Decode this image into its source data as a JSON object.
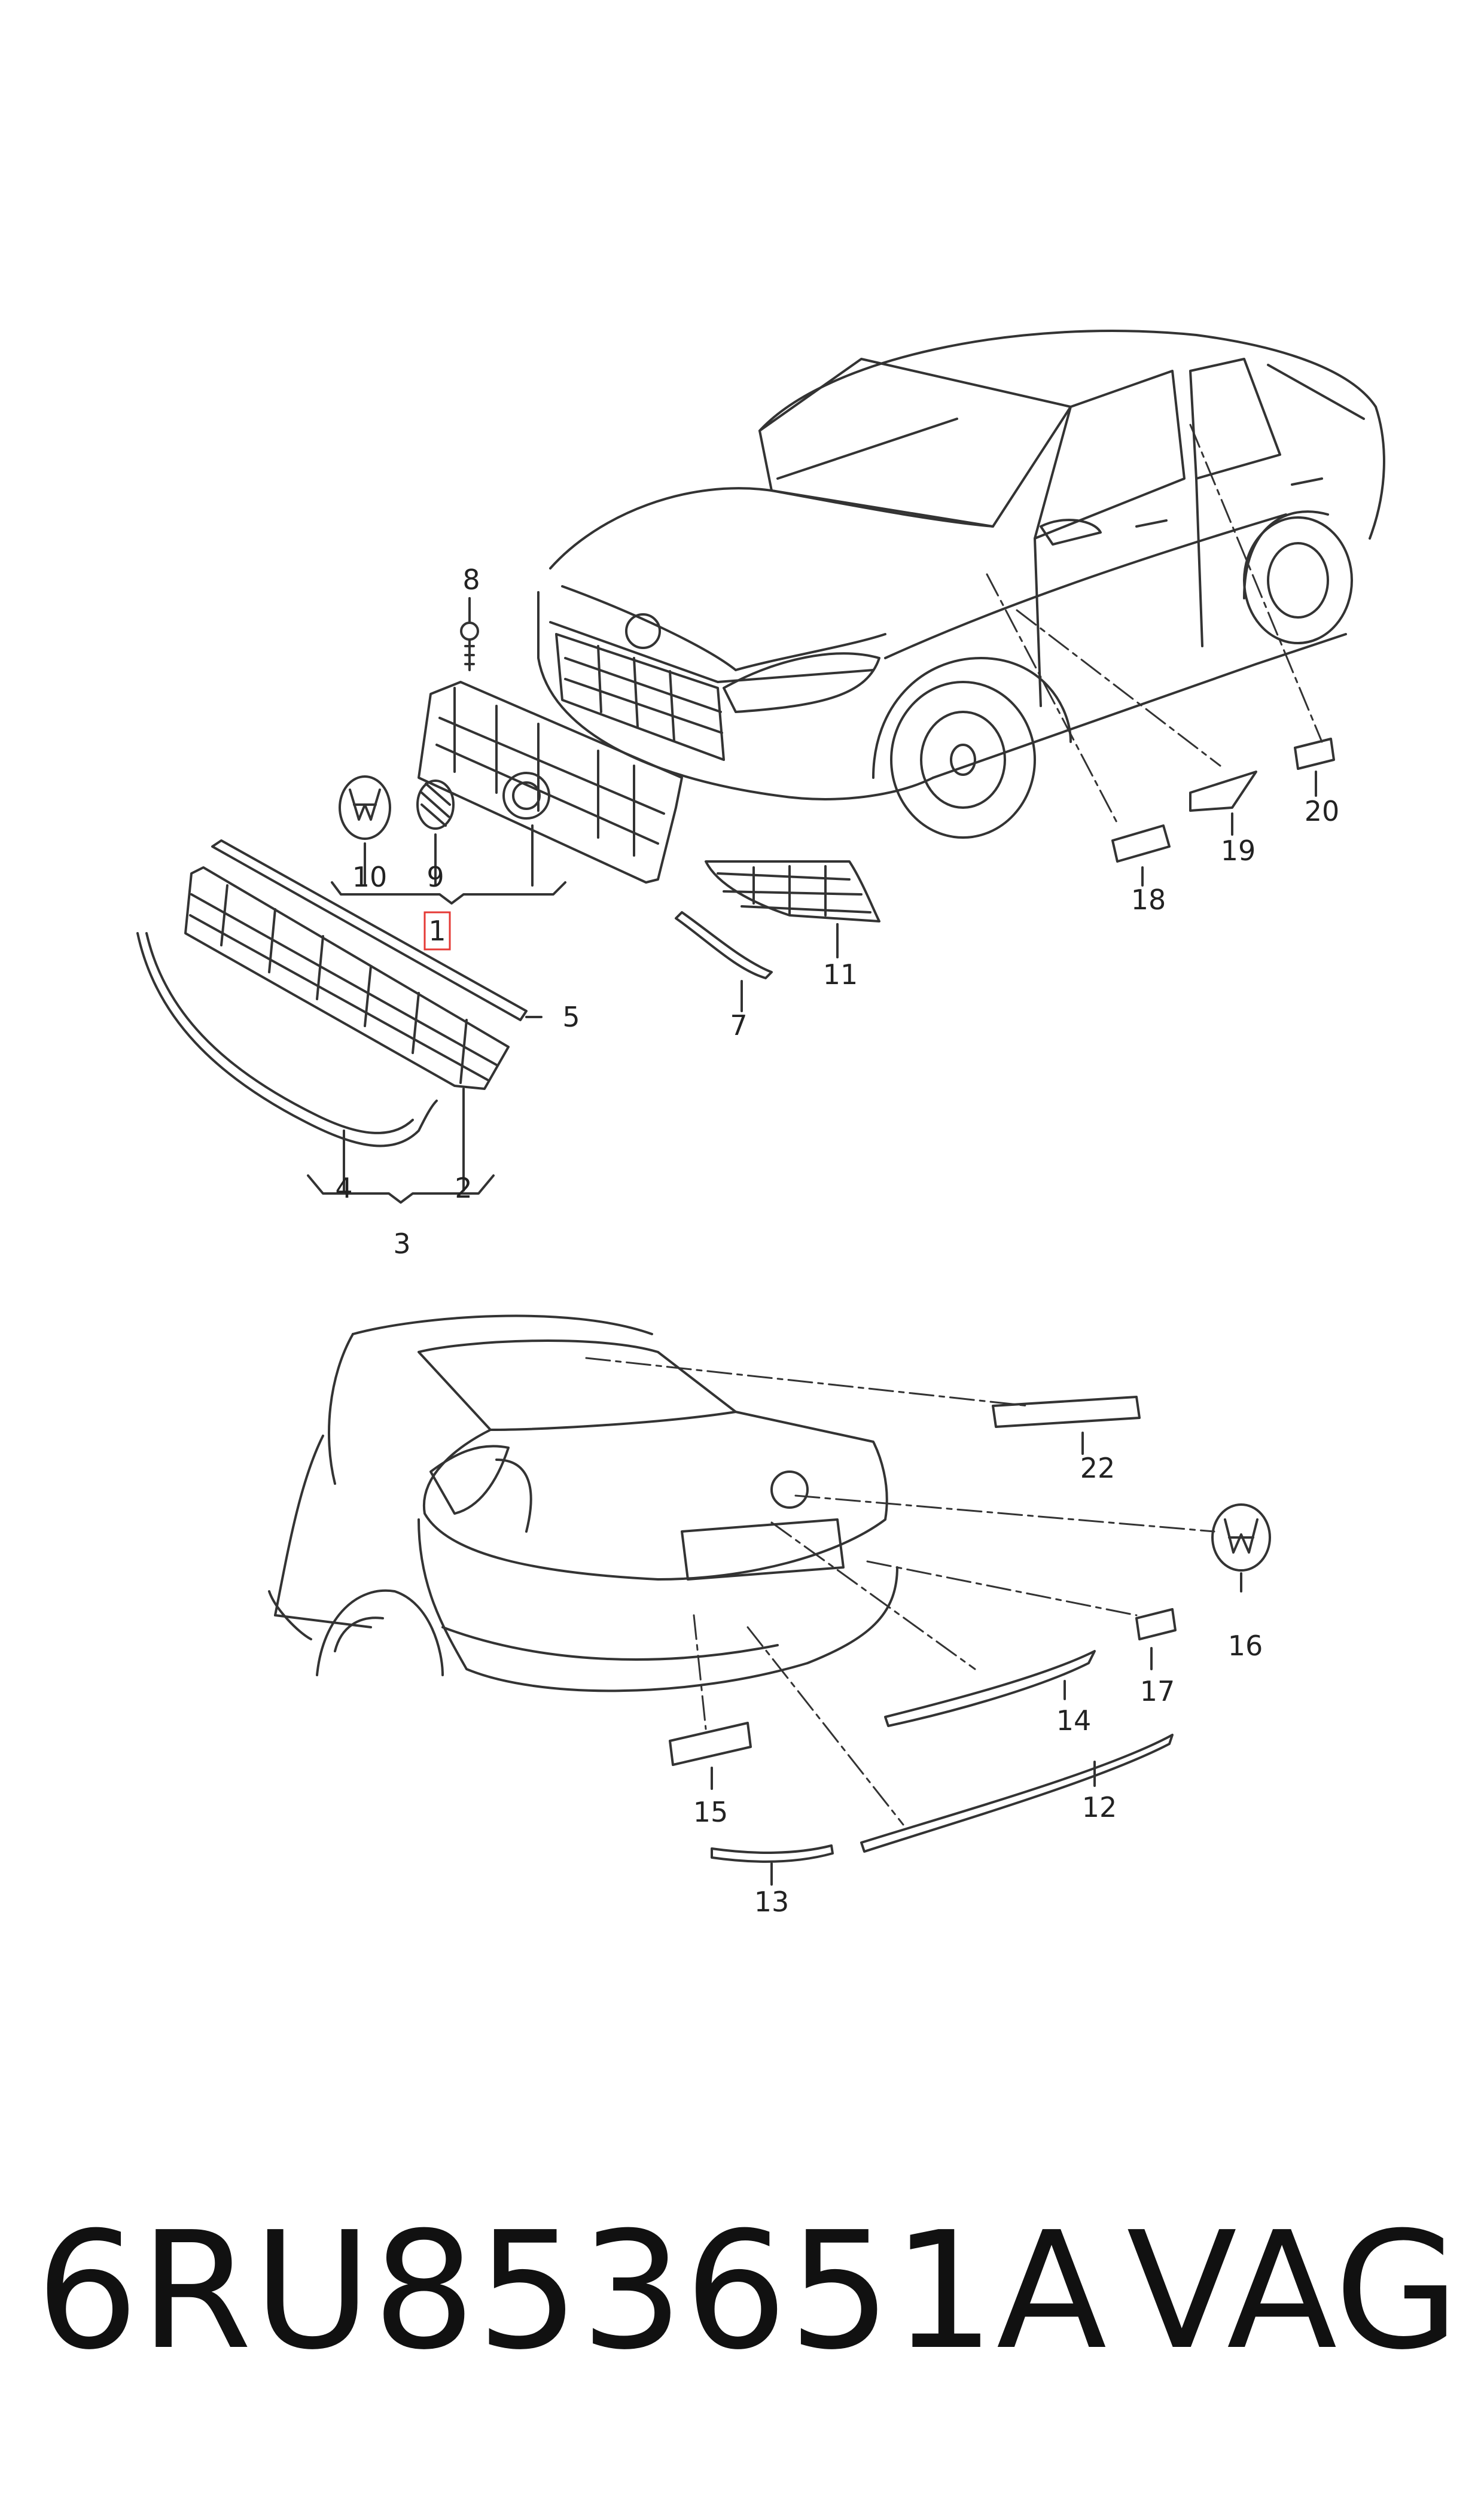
{
  "callouts": {
    "c1": "1",
    "c2": "2",
    "c3": "3",
    "c4": "4",
    "c5": "5",
    "c7": "7",
    "c8": "8",
    "c9": "9",
    "c10": "10",
    "c11": "11",
    "c12": "12",
    "c13": "13",
    "c14": "14",
    "c15": "15",
    "c16": "16",
    "c17": "17",
    "c18": "18",
    "c19": "19",
    "c20": "20",
    "c22": "22"
  },
  "highlight_color": "#e53935",
  "footer": {
    "part_number": "6RU853651A",
    "brand": "VAG"
  }
}
